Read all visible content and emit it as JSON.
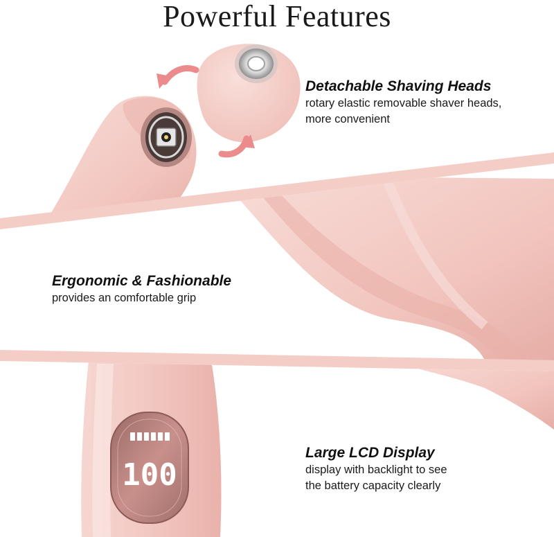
{
  "page": {
    "title": "Powerful Features"
  },
  "features": [
    {
      "heading": "Detachable Shaving Heads",
      "lines": [
        "rotary elastic removable shaver heads,",
        "more convenient"
      ]
    },
    {
      "heading": "Ergonomic & Fashionable",
      "lines": [
        "provides an comfortable grip"
      ]
    },
    {
      "heading": "Large LCD Display",
      "lines": [
        "display with backlight to see",
        "the battery capacity clearly"
      ]
    }
  ],
  "lcd": {
    "reading": "100"
  },
  "colors": {
    "product_pink": "#f1c3bd",
    "band_pink": "#f3c7c0",
    "arrow_pink": "#ec8b8c",
    "text": "#111111"
  }
}
